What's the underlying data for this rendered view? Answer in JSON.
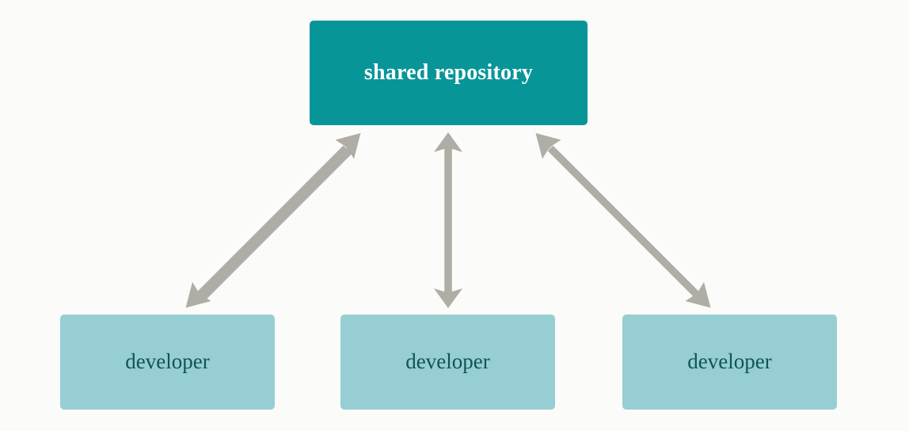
{
  "diagram": {
    "type": "centralized-workflow",
    "background_color": "#fbfbf9",
    "arrow_color": "#b0aca6",
    "nodes": {
      "repository": {
        "label": "shared repository",
        "fill_color": "#089598",
        "text_color": "#ffffff"
      },
      "developers": [
        {
          "label": "developer",
          "fill_color": "#96ced3",
          "text_color": "#10535b"
        },
        {
          "label": "developer",
          "fill_color": "#96ced3",
          "text_color": "#10535b"
        },
        {
          "label": "developer",
          "fill_color": "#96ced3",
          "text_color": "#10535b"
        }
      ]
    },
    "connections": [
      {
        "name": "repo-developer-left",
        "from": "repository",
        "to": "developer-1",
        "style": "double-headed-arrow"
      },
      {
        "name": "repo-developer-center",
        "from": "repository",
        "to": "developer-2",
        "style": "double-headed-arrow"
      },
      {
        "name": "repo-developer-right",
        "from": "repository",
        "to": "developer-3",
        "style": "double-headed-arrow"
      }
    ]
  }
}
